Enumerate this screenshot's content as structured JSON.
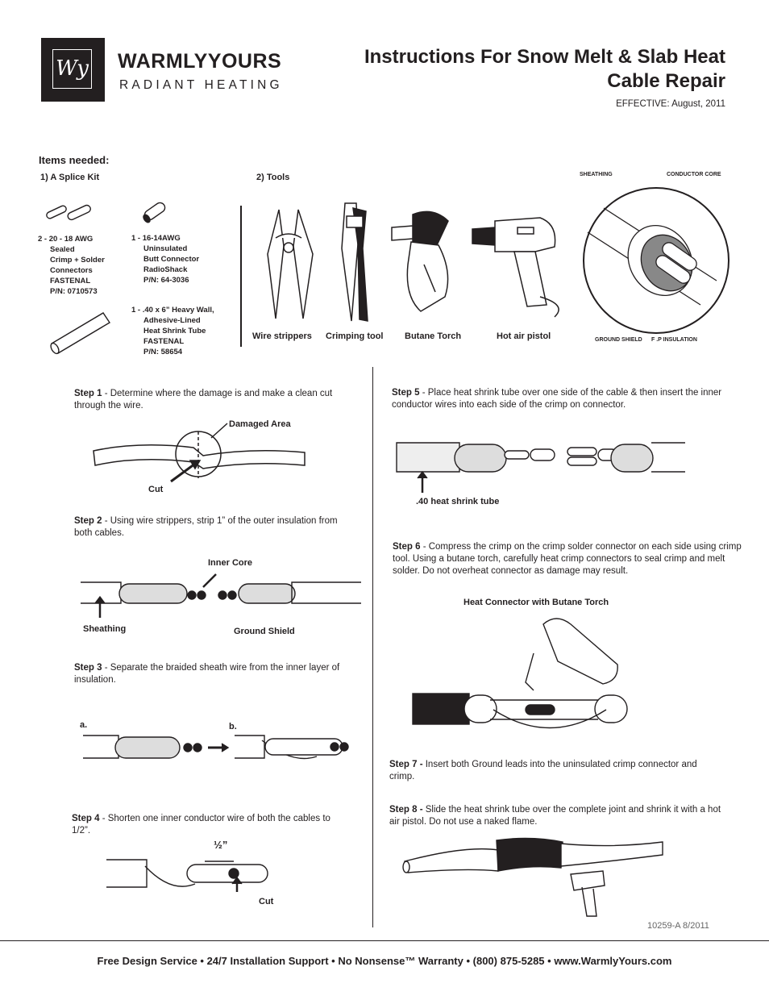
{
  "brand": {
    "name": "WARMLYYOURS",
    "tagline": "RADIANT HEATING",
    "monogram": "Wy"
  },
  "title": "Instructions For Snow Melt & Slab Heat Cable Repair",
  "effective": "EFFECTIVE: August, 2011",
  "items_needed": "Items needed:",
  "splice_kit": {
    "heading": "1) A Splice Kit",
    "item1": [
      "2 - 20 - 18 AWG",
      "Sealed",
      "Crimp + Solder",
      "Connectors",
      "FASTENAL",
      "P/N:  0710573"
    ],
    "item2": [
      "1 - 16-14AWG",
      "Uninsulated",
      "Butt Connector",
      "RadioShack",
      "P/N:  64-3036"
    ],
    "item3": [
      "1 - .40 x 6” Heavy Wall,",
      "Adhesive-Lined",
      "Heat Shrink Tube",
      "FASTENAL",
      "P/N:  58654"
    ]
  },
  "tools": {
    "heading": "2) Tools",
    "labels": [
      "Wire strippers",
      "Crimping tool",
      "Butane Torch",
      "Hot air pistol"
    ]
  },
  "cable_diagram": {
    "sheathing": "SHEATHING",
    "conductor": "CONDUCTOR CORE",
    "ground": "GROUND SHIELD",
    "fp": "F .P INSULATION"
  },
  "steps": {
    "s1": {
      "label": "Step 1",
      "text": " - Determine where the damage is and make a clean cut through the wire.",
      "damaged": "Damaged Area",
      "cut": "Cut"
    },
    "s2": {
      "label": "Step 2",
      "text": " - Using wire strippers, strip 1” of the outer insulation from both cables.",
      "inner": "Inner Core",
      "sheathing": "Sheathing",
      "ground": "Ground Shield"
    },
    "s3": {
      "label": "Step 3",
      "text": " - Separate the braided sheath wire from the inner layer of insulation.",
      "a": "a.",
      "b": "b."
    },
    "s4": {
      "label": "Step 4",
      "text": " - Shorten one inner conductor wire of both the cables to 1/2”.",
      "measure": "½”",
      "cut": "Cut"
    },
    "s5": {
      "label": "Step 5",
      "text": " - Place heat shrink tube over one side of the cable & then insert the inner conductor wires into each side of the crimp on connector.",
      "tube": ".40 heat shrink tube"
    },
    "s6": {
      "label": "Step 6",
      "text": " - Compress the crimp on the crimp solder connector on each side using crimp tool. Using a butane torch, carefully heat crimp connectors to seal crimp and melt solder. Do not overheat connector as damage may result.",
      "caption": "Heat Connector with Butane Torch"
    },
    "s7": {
      "label": "Step 7 -",
      "text": " Insert both Ground leads into the uninsulated crimp connector and crimp."
    },
    "s8": {
      "label": "Step 8 -",
      "text": " Slide the heat shrink tube over the complete joint and shrink it with a hot air pistol. Do not use a naked flame."
    }
  },
  "docnum": "10259-A  8/2011",
  "footer": "Free Design Service  • 24/7 Installation Support  • No Nonsense™ Warranty •  (800) 875-5285 • www.WarmlyYours.com"
}
